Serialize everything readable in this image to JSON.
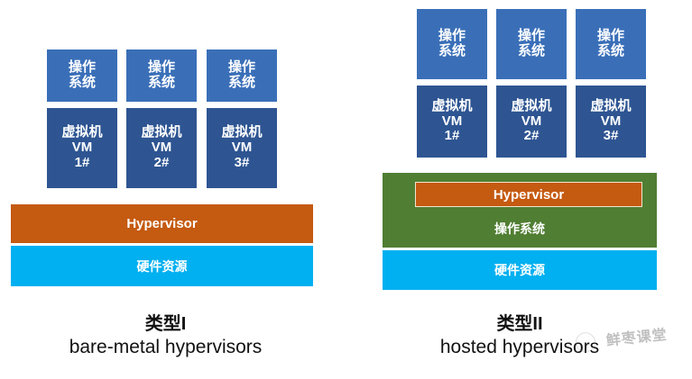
{
  "diagram": {
    "title_text": "Hypervisor types comparison diagram",
    "colors": {
      "os_box": "#3A6FB8",
      "vm_box": "#2E5592",
      "hypervisor_bar": "#C55A11",
      "hardware_bar": "#00B0F0",
      "host_os_bar": "#507E32",
      "caption_text": "#111111",
      "box_text": "#FFFFFF"
    }
  },
  "type1": {
    "os_boxes": [
      {
        "line1": "操作",
        "line2": "系统"
      },
      {
        "line1": "操作",
        "line2": "系统"
      },
      {
        "line1": "操作",
        "line2": "系统"
      }
    ],
    "vm_boxes": [
      {
        "line1": "虚拟机",
        "line2": "VM",
        "line3": "1#"
      },
      {
        "line1": "虚拟机",
        "line2": "VM",
        "line3": "2#"
      },
      {
        "line1": "虚拟机",
        "line2": "VM",
        "line3": "3#"
      }
    ],
    "hypervisor_label": "Hypervisor",
    "hardware_label": "硬件资源",
    "caption_title": "类型I",
    "caption_sub": "bare-metal hypervisors"
  },
  "type2": {
    "os_boxes": [
      {
        "line1": "操作",
        "line2": "系统"
      },
      {
        "line1": "操作",
        "line2": "系统"
      },
      {
        "line1": "操作",
        "line2": "系统"
      }
    ],
    "vm_boxes": [
      {
        "line1": "虚拟机",
        "line2": "VM",
        "line3": "1#"
      },
      {
        "line1": "虚拟机",
        "line2": "VM",
        "line3": "2#"
      },
      {
        "line1": "虚拟机",
        "line2": "VM",
        "line3": "3#"
      }
    ],
    "hypervisor_label": "Hypervisor",
    "host_os_label": "操作系统",
    "hardware_label": "硬件资源",
    "caption_title": "类型II",
    "caption_sub": "hosted hypervisors"
  },
  "watermark": {
    "text": "鲜枣课堂"
  }
}
